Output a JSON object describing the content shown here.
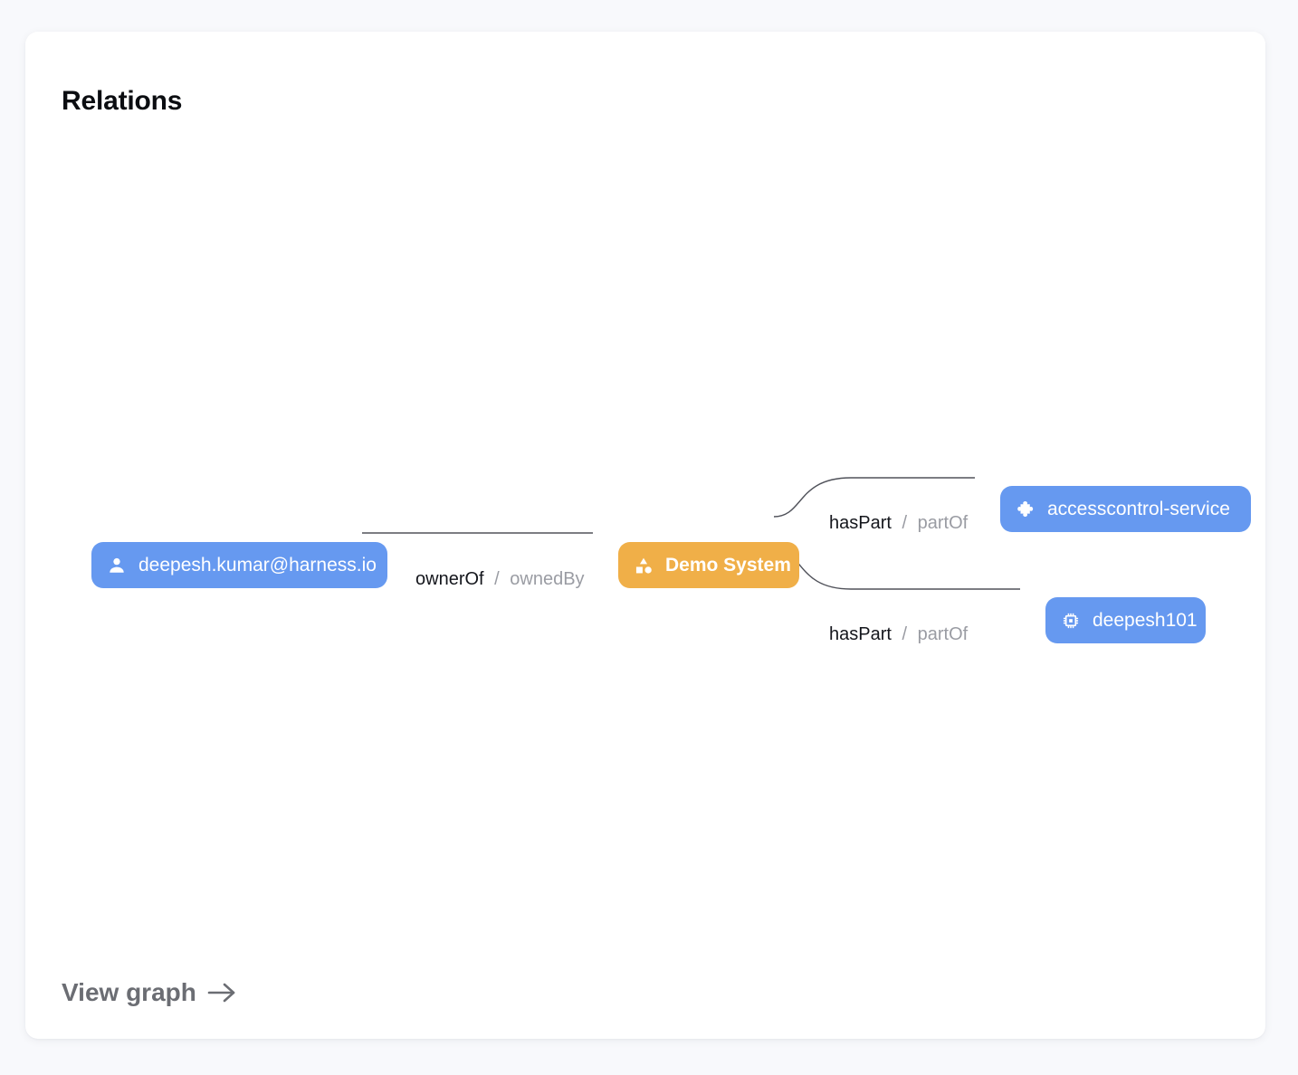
{
  "card": {
    "title": "Relations",
    "footer_link": {
      "label": "View graph",
      "icon": "arrow-right-icon"
    }
  },
  "graph": {
    "nodes": [
      {
        "id": "user",
        "label": "deepesh.kumar@harness.io",
        "icon": "person-icon",
        "kind": "user",
        "color": "#6699f0",
        "text_color": "#ffffff"
      },
      {
        "id": "system",
        "label": "Demo System",
        "icon": "category-shapes-icon",
        "kind": "system",
        "color": "#f0af48",
        "text_color": "#ffffff"
      },
      {
        "id": "accesscontrol",
        "label": "accesscontrol-service",
        "icon": "puzzle-piece-icon",
        "kind": "component",
        "color": "#6699f0",
        "text_color": "#ffffff"
      },
      {
        "id": "deepesh101",
        "label": "deepesh101",
        "icon": "chip-icon",
        "kind": "resource",
        "color": "#6699f0",
        "text_color": "#ffffff"
      }
    ],
    "edges": [
      {
        "id": "owner",
        "source": "user",
        "target": "system",
        "forward": "ownerOf",
        "separator": "/",
        "reverse": "ownedBy"
      },
      {
        "id": "haspart-1",
        "source": "system",
        "target": "accesscontrol",
        "forward": "hasPart",
        "separator": "/",
        "reverse": "partOf"
      },
      {
        "id": "haspart-2",
        "source": "system",
        "target": "deepesh101",
        "forward": "hasPart",
        "separator": "/",
        "reverse": "partOf"
      }
    ]
  }
}
